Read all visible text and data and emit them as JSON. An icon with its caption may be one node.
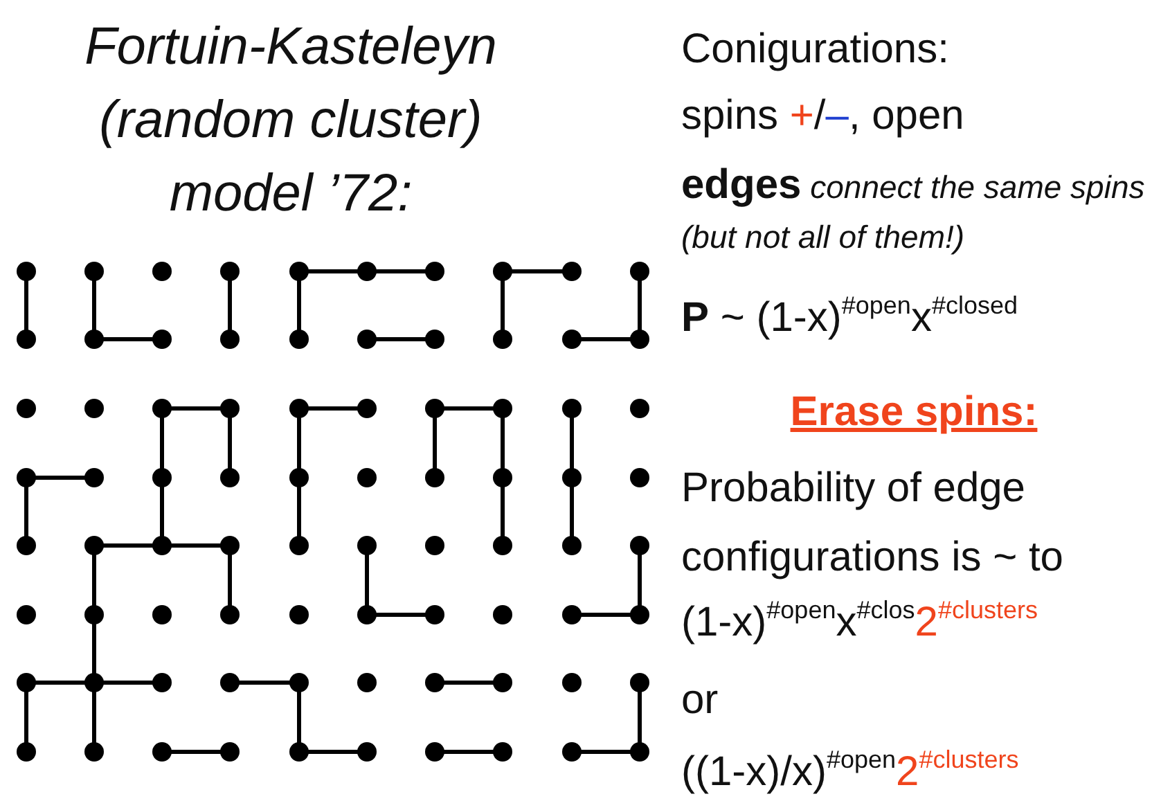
{
  "diagram": {
    "title": "Fortuin-Kasteleyn (random cluster) model ’72:",
    "labels": [
      "Conigurations:",
      "spins +/–, open",
      "**edges** *connect the same spins (but not all of them!)*",
      "**P** ~ (1-x)$^{#open}$x$^{#closed}$",
      "Erase spins:",
      "Probability of edge configurations is ~ to",
      "(1-x)$^{#open}$x$^{#clos}$",
      "2$^{#clusters}$",
      "or",
      "((1-x)/x)$^{#open}$",
      "2$^{#clusters}$"
    ]
  }
}
